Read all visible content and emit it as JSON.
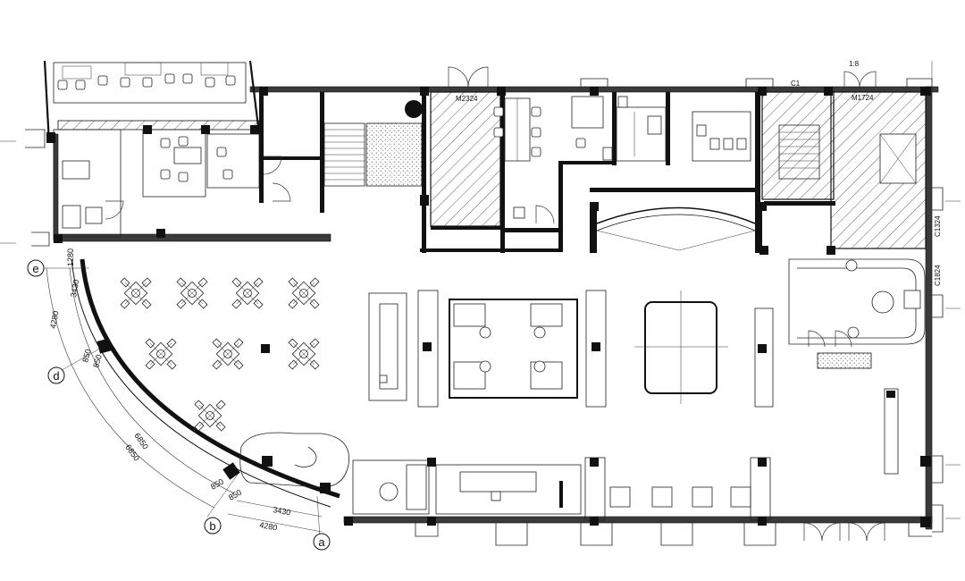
{
  "labels": {
    "door_m2324": "M2324",
    "door_m1724": "M1724",
    "scale": "1:8",
    "window_c1": "C1",
    "window_c1324": "C1324",
    "window_c1824": "C1824"
  },
  "axes": {
    "a": "a",
    "b": "b",
    "d": "d",
    "e": "e"
  },
  "dimensions": {
    "d1280": "1280",
    "d3430_top": "3430",
    "d4280_top": "4280",
    "d850_a": "850",
    "d850_b": "850",
    "d6850_a": "6850",
    "d6850_b": "6850",
    "d850_c": "850",
    "d850_d": "850",
    "d3430_bottom": "3430",
    "d4280_bottom": "4280"
  }
}
